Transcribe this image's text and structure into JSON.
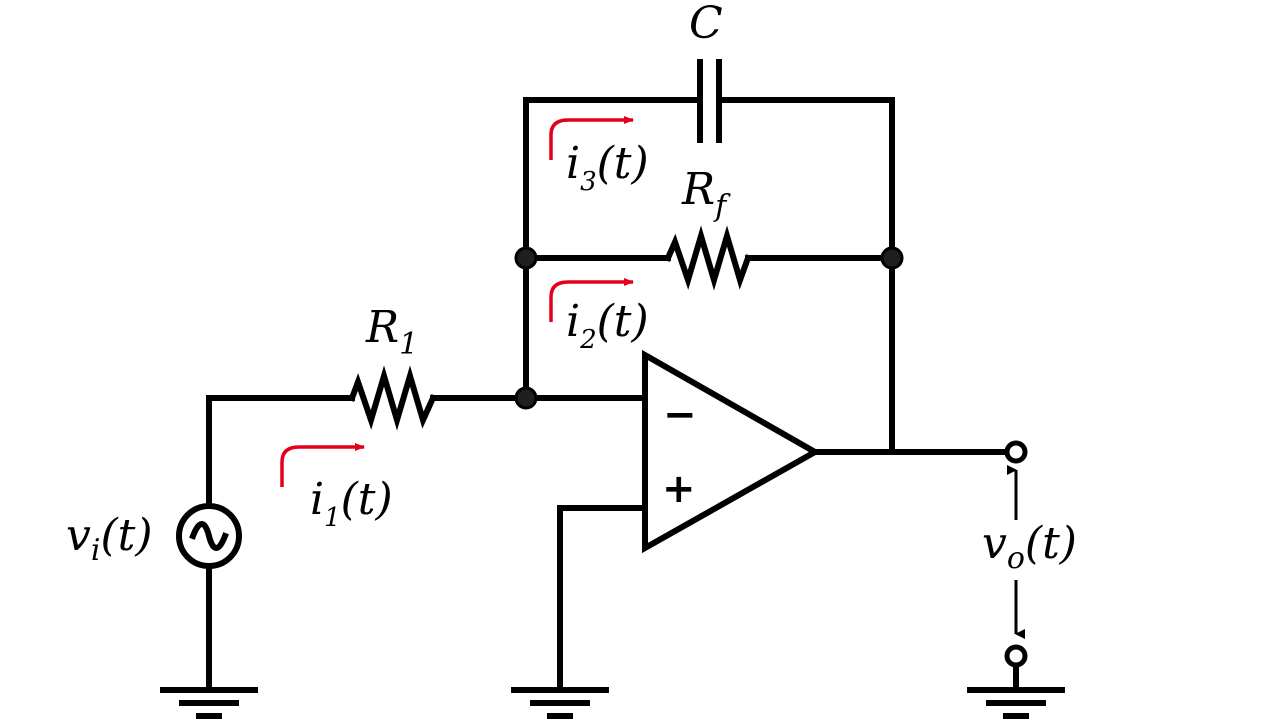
{
  "components": {
    "capacitor": {
      "name": "C"
    },
    "feedback_resistor": {
      "name": "R",
      "subscript": "f"
    },
    "input_resistor": {
      "name": "R",
      "subscript": "1"
    },
    "op_amp": {
      "inverting": "−",
      "noninverting": "+"
    }
  },
  "currents": {
    "i1": {
      "name": "i",
      "subscript": "1",
      "arg": "(t)"
    },
    "i2": {
      "name": "i",
      "subscript": "2",
      "arg": "(t)"
    },
    "i3": {
      "name": "i",
      "subscript": "3",
      "arg": "(t)"
    }
  },
  "sources": {
    "input": {
      "name": "v",
      "subscript": "i",
      "arg": "(t)"
    }
  },
  "outputs": {
    "output": {
      "name": "v",
      "subscript": "o",
      "arg": "(t)"
    }
  },
  "colors": {
    "wire": "#000000",
    "current_arrow": "#e3001b"
  }
}
